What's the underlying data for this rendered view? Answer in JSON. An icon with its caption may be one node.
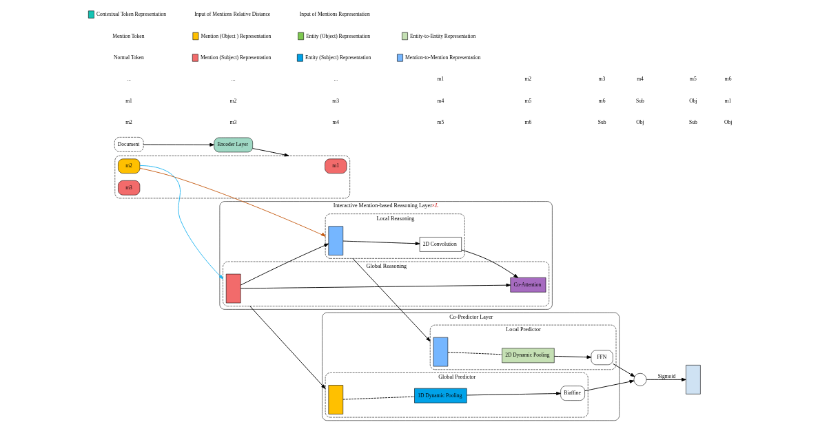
{
  "diagram": {
    "nodes": [
      {
        "text": [
          "Document"
        ]
      },
      {
        "text": [
          "Encoder Layer"
        ]
      },
      {
        "text": [],
        "shape": "box"
      },
      {
        "text": [
          "m1"
        ],
        "in": 2
      },
      {
        "text": [
          "m2"
        ],
        "in": 2
      },
      {
        "text": [
          "m3"
        ],
        "in": 2
      },
      {
        "text": [
          "Interactive Mention-based Reasoning Layer"
        ],
        "beside": [
          "×L"
        ]
      },
      {
        "text": [
          "Local Reasoning"
        ],
        "in": 6
      },
      {
        "text": [],
        "shape": "box",
        "in": 7
      },
      {
        "text": [
          "2D Convolution"
        ],
        "in": 7
      },
      {
        "text": [
          "Global Reasoning"
        ],
        "in": 6
      },
      {
        "text": [],
        "shape": "box",
        "in": 10
      },
      {
        "text": [
          "Co-Attention"
        ],
        "in": 10
      },
      {
        "text": [
          "Co-Predictor Layer"
        ]
      },
      {
        "text": [
          "Local Predictor"
        ],
        "in": 13
      },
      {
        "text": [],
        "shape": "box",
        "in": 14
      },
      {
        "text": [
          "2D Dynamic Pooling"
        ],
        "in": 14
      },
      {
        "text": [
          "FFN"
        ],
        "in": 14
      },
      {
        "text": [
          "Global Predictor"
        ],
        "in": 13
      },
      {
        "text": [],
        "shape": "box",
        "in": 18
      },
      {
        "text": [
          "1D Dynamic Pooling"
        ],
        "in": 18
      },
      {
        "text": [
          "Biaffine"
        ],
        "in": 18
      },
      {
        "text": [],
        "shape": "circle"
      },
      {
        "text": [],
        "shape": "box"
      }
    ],
    "edges": [
      {
        "from": 0,
        "to": 1,
        "arrow": "to"
      },
      {
        "from": 1,
        "to": 2,
        "arrow": "to"
      },
      {
        "from": 4,
        "to": 7,
        "arrow": "to",
        "color": "#c55a11"
      },
      {
        "from": 4,
        "to": 10,
        "arrow": "to",
        "color": "#1eb4f0"
      },
      {
        "from": 8,
        "to": 9,
        "arrow": "to"
      },
      {
        "from": 11,
        "to": 8,
        "arrow": "to"
      },
      {
        "from": 9,
        "to": 12,
        "arrow": "to"
      },
      {
        "from": 11,
        "to": 12,
        "arrow": "to"
      },
      {
        "from": 7,
        "to": 14,
        "arrow": "to"
      },
      {
        "from": 10,
        "to": 18,
        "arrow": "to"
      },
      {
        "from": 15,
        "to": 16,
        "arrow": "none",
        "style": "dashed"
      },
      {
        "from": 16,
        "to": 17,
        "arrow": "to"
      },
      {
        "from": 19,
        "to": 20,
        "arrow": "none",
        "style": "dashed"
      },
      {
        "from": 20,
        "to": 21,
        "arrow": "to"
      },
      {
        "from": 17,
        "to": 22,
        "arrow": "to"
      },
      {
        "from": 21,
        "to": 22,
        "arrow": "to"
      },
      {
        "from": 22,
        "to": 23,
        "arrow": "to",
        "label": "Sigmoid"
      }
    ],
    "labels": [
      "...",
      "...",
      "...",
      "m1",
      "m2",
      "m3",
      "m4",
      "m5",
      "m6",
      "m1",
      "m2",
      "m3",
      "m4",
      "m5",
      "m6",
      "Sub",
      "Obj",
      "m1",
      "m2",
      "m3",
      "m4",
      "m5",
      "m6",
      "Sub",
      "Obj",
      "Sub",
      "Obj"
    ],
    "legend": [
      {
        "text": "Normal Token"
      },
      {
        "text": "Mention (Subject) Representation",
        "color": "#f26b6b"
      },
      {
        "text": "Entity (Subject) Representation",
        "color": "#00a2e8"
      },
      {
        "text": "Mention-to-Mention Representation",
        "color": "#75b6ff"
      },
      {
        "text": "Mention Token"
      },
      {
        "text": "Mention (Object ) Representation",
        "color": "#ffc000"
      },
      {
        "text": "Entity (Object) Representation",
        "color": "#7ec850"
      },
      {
        "text": "Entity-to-Entity Representation",
        "color": "#c5e0b4"
      },
      {
        "text": "Contextual Token Representation",
        "color": "#14c4b4"
      },
      {
        "text": "Input of Mentions Relative Distance"
      },
      {
        "text": "Input of Mentions Representation"
      }
    ]
  }
}
